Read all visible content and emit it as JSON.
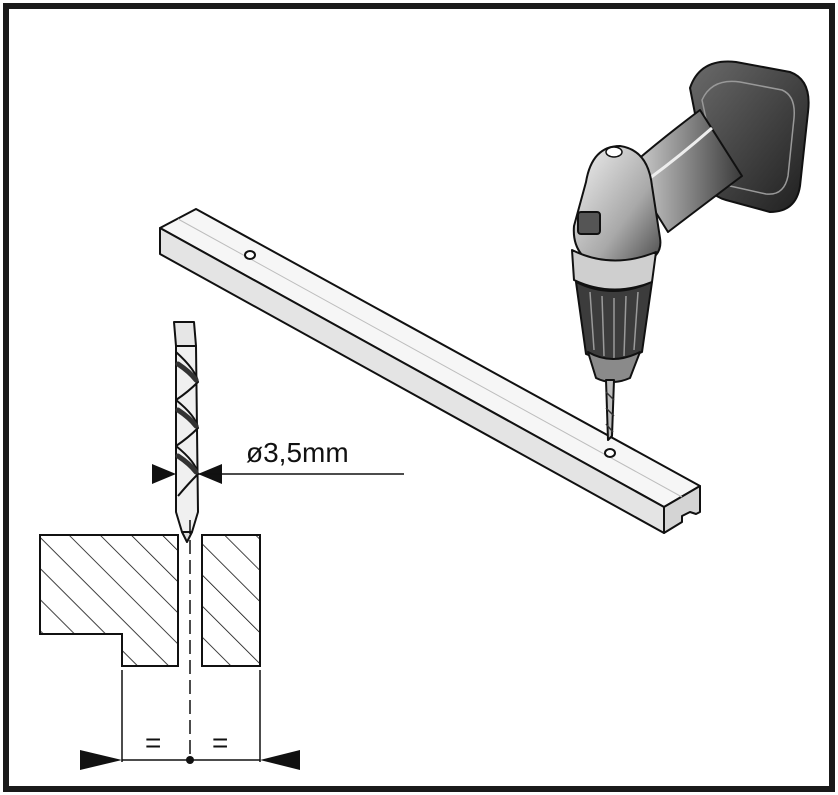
{
  "diagram": {
    "drill_diameter_label": "ø3,5mm",
    "equal_mark_left": "=",
    "equal_mark_right": "=",
    "colors": {
      "frame": "#1a1a1a",
      "line": "#111111",
      "rail_face": "#ececec",
      "rail_top": "#f7f7f7",
      "drill_body": "#2b2b2b",
      "drill_grip": "#6a6a6a",
      "battery": "#333333"
    },
    "icons": [
      "cordless-drill-icon",
      "drill-bit-icon",
      "aluminium-rail",
      "rail-cross-section"
    ]
  }
}
